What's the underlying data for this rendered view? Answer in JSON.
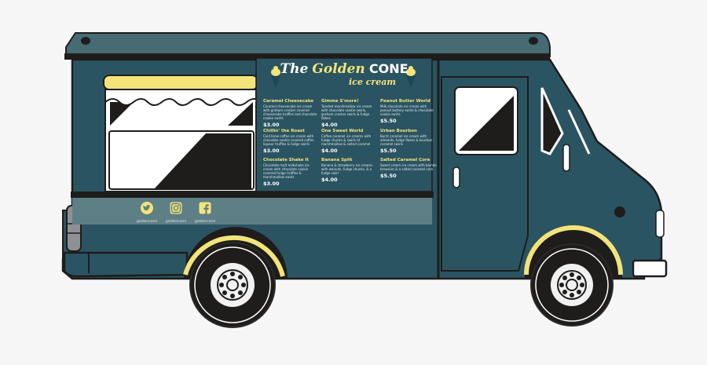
{
  "brand": {
    "title_the": "The",
    "title_golden": "Golden",
    "title_cone": "CONE",
    "subtitle": "ice cream"
  },
  "colors": {
    "truck_body": "#2b5462",
    "truck_roof": "#466b73",
    "stripe": "#5f7f86",
    "accent_yellow": "#f3e47a",
    "outline": "#1e1d1b",
    "background": "#f6f6f6"
  },
  "menu": {
    "items": [
      {
        "name": "Caramel Cheesecake",
        "desc": "Caramel cheesecake ice cream with graham cracker covered cheesecake truffles and chocolate cookie swirls",
        "price": "$3.00"
      },
      {
        "name": "Gimme S'more!",
        "desc": "Toasted marshmallow ice cream with chocolate cookie swirls, graham cracker swirls & fudge flakes",
        "price": "$4.00"
      },
      {
        "name": "Peanut Butter World",
        "desc": "Milk chocolate ice cream with peanut buttery swirls & chocolate cookie swirls",
        "price": "$5.50"
      },
      {
        "name": "Chillin' the Roast",
        "desc": "Cold brew coffee ice cream with chocolate cookie covered coffee liqueur truffles & fudge swirls",
        "price": "$3.00"
      },
      {
        "name": "One Sweet World",
        "desc": "Coffee caramel ice creams with fudge chunks & swirls of marshmallow & salted caramel",
        "price": "$4.00"
      },
      {
        "name": "Urban Bourbon",
        "desc": "Burnt caramel ice cream with almonds, fudge flakes & bourbon caramel swirls",
        "price": "$5.50"
      },
      {
        "name": "Chocolate Shake It",
        "desc": "Chocolate malt milkshake ice cream with chocolate cookie covered fudge truffles & marshmallow swirls",
        "price": "$3.00"
      },
      {
        "name": "Banana Split",
        "desc": "Banana & strawberry ice creams with walnuts, fudge chunks, & a fudge swirl",
        "price": "$4.00"
      },
      {
        "name": "Salted Caramel Core",
        "desc": "Sweet cream ice cream with blonde brownies & a salted caramel core",
        "price": "$5.50"
      }
    ]
  },
  "social": [
    {
      "icon": "twitter-icon",
      "handle": "goldencone"
    },
    {
      "icon": "instagram-icon",
      "handle": "goldencone"
    },
    {
      "icon": "facebook-icon",
      "handle": "goldencone"
    }
  ]
}
